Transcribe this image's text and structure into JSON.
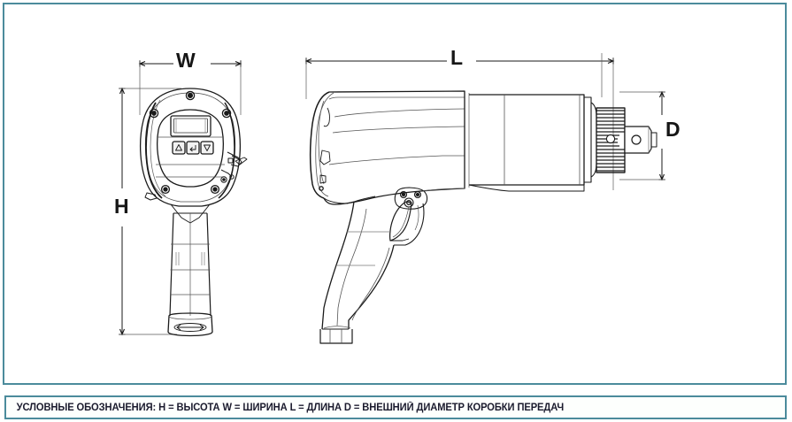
{
  "document": {
    "type": "technical-drawing",
    "subject": "pneumatic torque wrench dimensional drawing",
    "views": [
      {
        "name": "front-view",
        "description": "front elevation with LCD display and keypad"
      },
      {
        "name": "side-view",
        "description": "right side elevation with pistol grip and square drive"
      }
    ]
  },
  "dimensions": {
    "width_label": "W",
    "height_label": "H",
    "length_label": "L",
    "diameter_label": "D"
  },
  "front_view": {
    "display": {
      "name": "lcd-screen"
    },
    "keypad": {
      "buttons": [
        {
          "name": "up-button",
          "glyph": "△"
        },
        {
          "name": "enter-button",
          "glyph": "↵"
        },
        {
          "name": "down-button",
          "glyph": "▽"
        }
      ]
    }
  },
  "side_view": {
    "parts": [
      {
        "name": "exhaust-deflector"
      },
      {
        "name": "motor-housing"
      },
      {
        "name": "gearbox-housing"
      },
      {
        "name": "knurled-anvil-ring"
      },
      {
        "name": "square-drive"
      },
      {
        "name": "pistol-grip"
      },
      {
        "name": "trigger"
      },
      {
        "name": "regulator-valve"
      }
    ]
  },
  "legend": {
    "text": "УСЛОВНЫЕ ОБОЗНАЧЕНИЯ:  H = ВЫСОТА W = ШИРИНА  L = ДЛИНА  D = ВНЕШНИЙ ДИАМЕТР КОРОБКИ ПЕРЕДАЧ"
  },
  "colors": {
    "border": "#4b8b9c",
    "line": "#1a1a1a",
    "background": "#ffffff",
    "legend_background": "#fdfffd"
  }
}
